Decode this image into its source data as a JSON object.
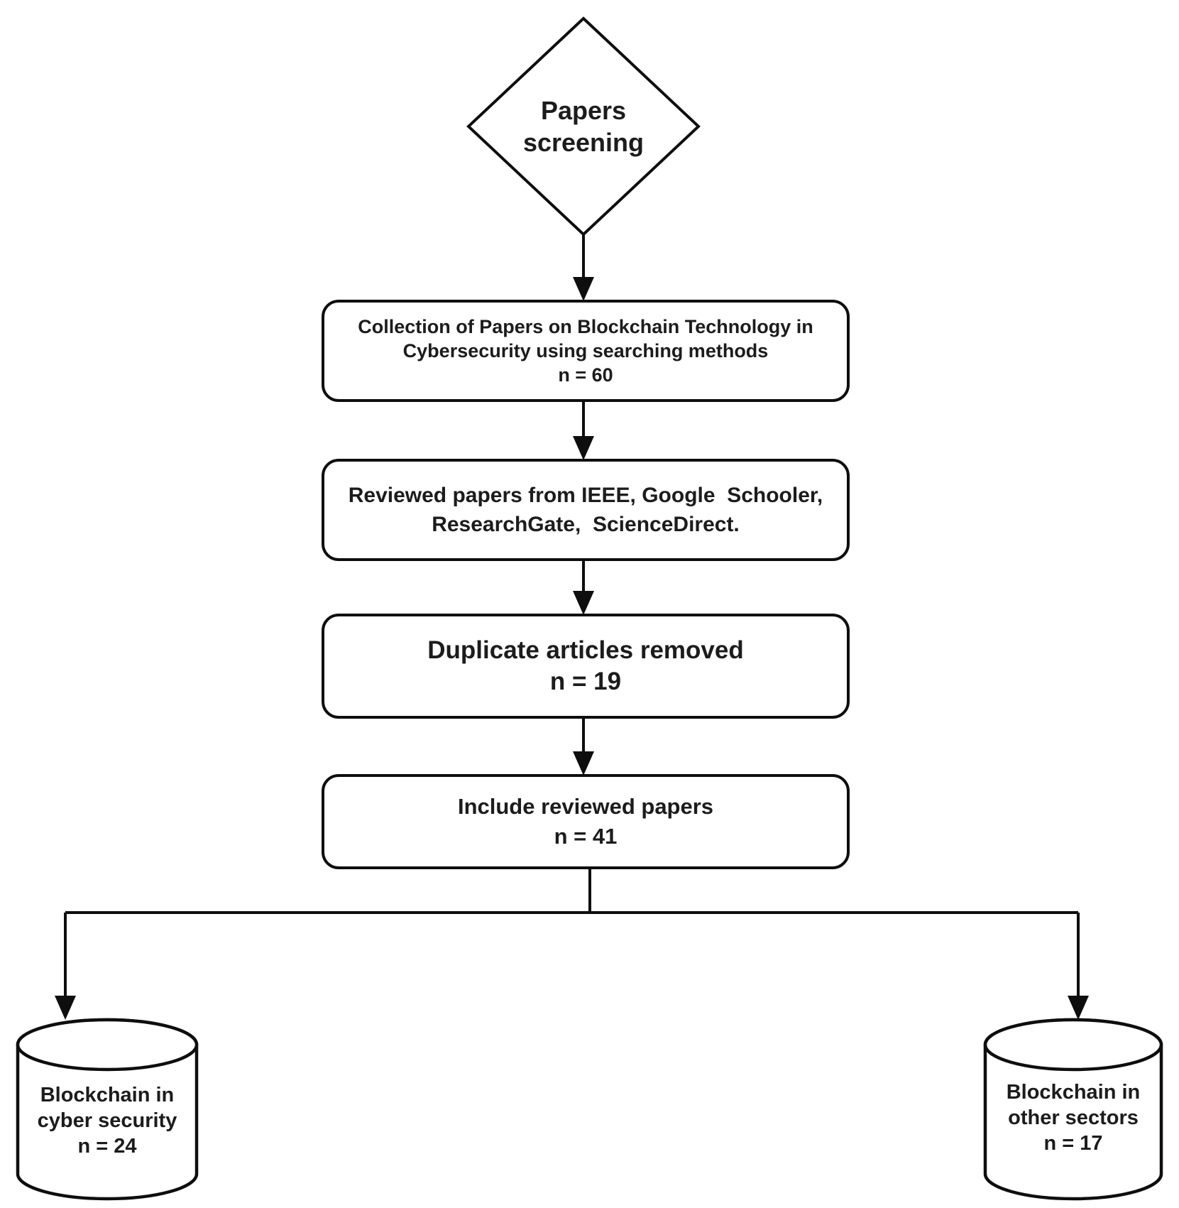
{
  "diagram": {
    "type": "flowchart",
    "background_color": "#ffffff",
    "stroke_color": "#0e0e0e",
    "text_color": "#1c1c1c"
  },
  "nodes": {
    "screening": {
      "shape": "diamond",
      "lines": [
        "Papers",
        "screening"
      ]
    },
    "collection": {
      "shape": "rounded-rectangle",
      "lines": [
        "Collection of Papers on Blockchain Technology in",
        "Cybersecurity using searching methods",
        "n = 60"
      ],
      "n": 60
    },
    "sources": {
      "shape": "rounded-rectangle",
      "lines": [
        "Reviewed papers from IEEE, Google  Schooler,",
        "ResearchGate,  ScienceDirect."
      ]
    },
    "duplicates": {
      "shape": "rounded-rectangle",
      "lines": [
        "Duplicate articles removed",
        "n = 19"
      ],
      "n": 19
    },
    "included": {
      "shape": "rounded-rectangle",
      "lines": [
        "Include reviewed papers",
        "n = 41"
      ],
      "n": 41
    },
    "cyber_security_db": {
      "shape": "cylinder",
      "lines": [
        "Blockchain in",
        "cyber security",
        "n = 24"
      ],
      "n": 24
    },
    "other_sectors_db": {
      "shape": "cylinder",
      "lines": [
        "Blockchain in",
        "other sectors",
        "n = 17"
      ],
      "n": 17
    }
  },
  "edges": [
    {
      "from": "screening",
      "to": "collection"
    },
    {
      "from": "collection",
      "to": "sources"
    },
    {
      "from": "sources",
      "to": "duplicates"
    },
    {
      "from": "duplicates",
      "to": "included"
    },
    {
      "from": "included",
      "to": "cyber_security_db"
    },
    {
      "from": "included",
      "to": "other_sectors_db"
    }
  ]
}
